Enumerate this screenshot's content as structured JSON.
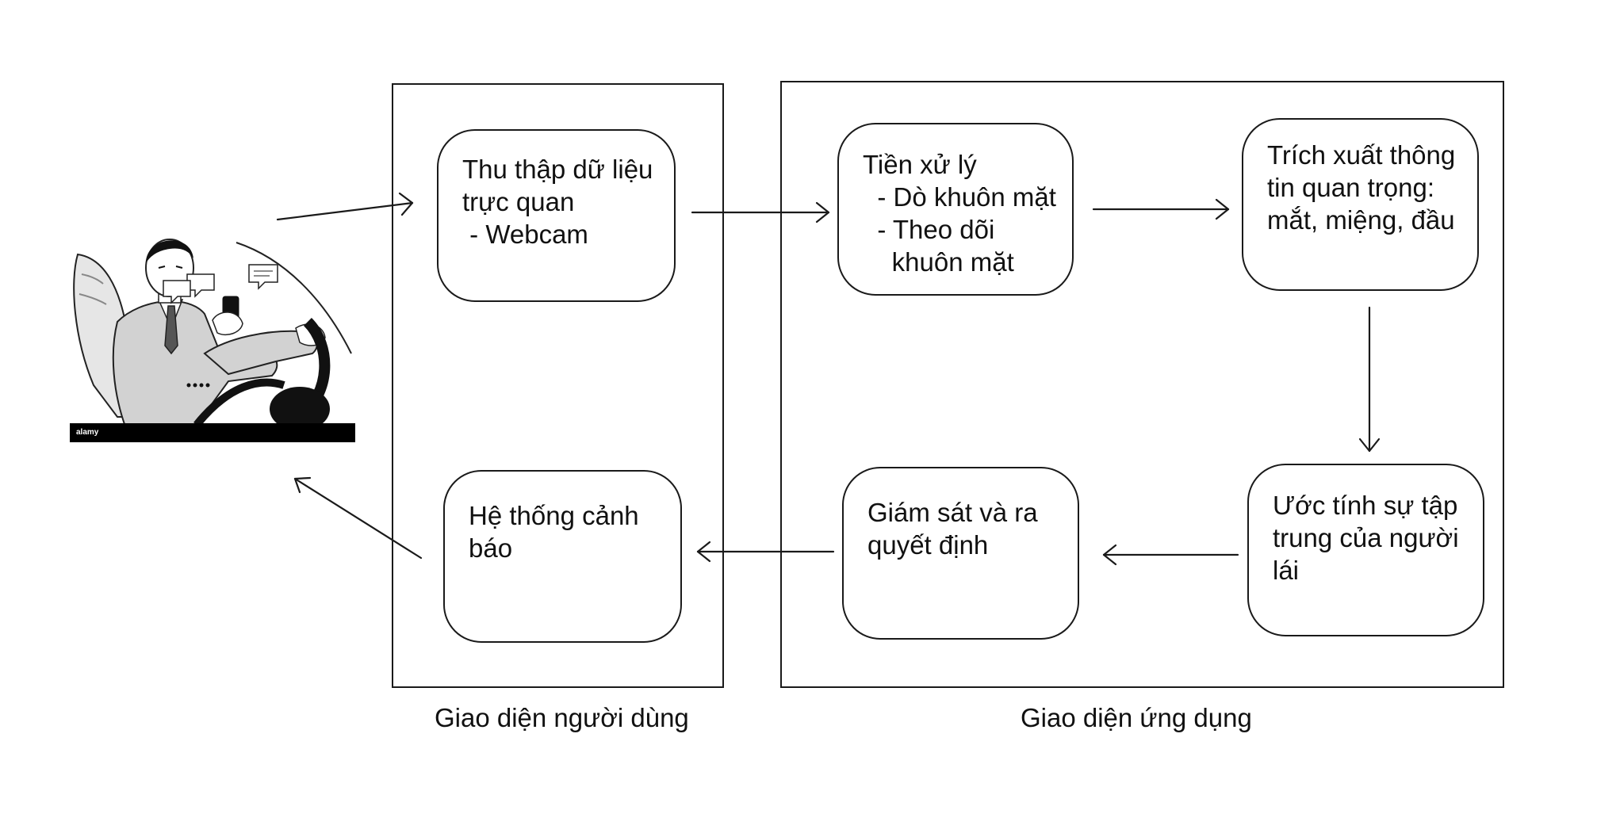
{
  "regions": {
    "user_interface": "Giao diện người dùng",
    "application_interface": "Giao diện ứng dụng"
  },
  "nodes": {
    "collect": [
      "Thu thập dữ liệu",
      "trực quan",
      " - Webcam"
    ],
    "preprocess": [
      "Tiền xử lý",
      "  - Dò khuôn mặt",
      "  - Theo dõi",
      "    khuôn mặt"
    ],
    "extract": [
      "Trích xuất thông",
      "tin quan trọng:",
      "mắt, miệng, đầu"
    ],
    "estimate": [
      "Ước tính sự tập",
      "trung của người",
      "lái"
    ],
    "monitor": [
      "Giám sát và ra",
      "quyết định"
    ],
    "alert": [
      "Hệ thống cảnh",
      "báo"
    ]
  },
  "illustration": {
    "subject": "driver-using-phone",
    "watermark": "alamy"
  }
}
